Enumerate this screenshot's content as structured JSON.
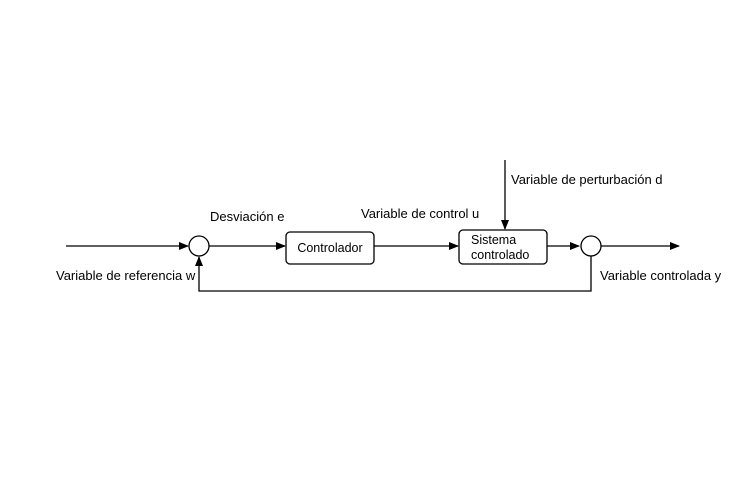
{
  "diagram": {
    "blocks": {
      "controller": "Controlador",
      "plant_line1": "Sistema",
      "plant_line2": "controlado"
    },
    "labels": {
      "reference": "Variable de referencia w",
      "deviation": "Desviación e",
      "control": "Variable de control u",
      "disturbance": "Variable de perturbación d",
      "controlled": "Variable controlada y"
    }
  }
}
